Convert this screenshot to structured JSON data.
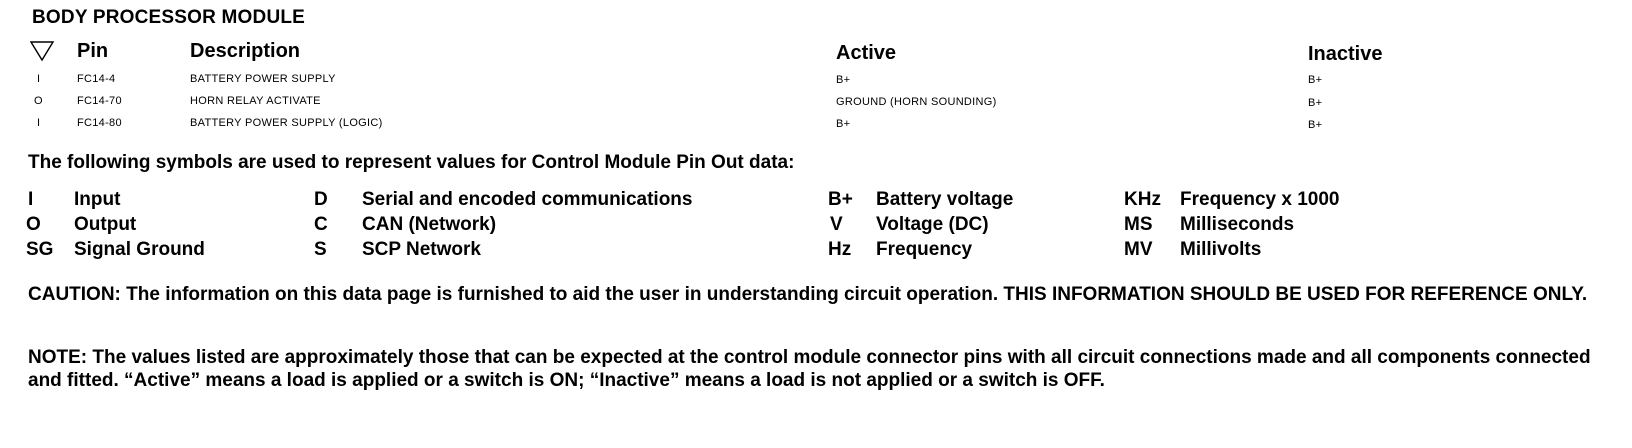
{
  "module": {
    "title": "BODY PROCESSOR MODULE"
  },
  "table": {
    "headers": {
      "symbol_icon": "triangle-down-icon",
      "pin": "Pin",
      "description": "Description",
      "active": "Active",
      "inactive": "Inactive"
    },
    "rows": [
      {
        "io": "I",
        "pin": "FC14-4",
        "description": "BATTERY POWER SUPPLY",
        "active": "B+",
        "inactive": "B+"
      },
      {
        "io": "O",
        "pin": "FC14-70",
        "description": "HORN RELAY ACTIVATE",
        "active": "GROUND (HORN SOUNDING)",
        "inactive": "B+"
      },
      {
        "io": "I",
        "pin": "FC14-80",
        "description": "BATTERY POWER SUPPLY (LOGIC)",
        "active": "B+",
        "inactive": "B+"
      }
    ]
  },
  "legend": {
    "intro": "The following symbols are used to represent values for Control Module Pin Out data:",
    "columns": [
      [
        {
          "symbol": "I",
          "meaning": "Input"
        },
        {
          "symbol": "O",
          "meaning": "Output"
        },
        {
          "symbol": "SG",
          "meaning": "Signal Ground"
        }
      ],
      [
        {
          "symbol": "D",
          "meaning": "Serial and encoded communications"
        },
        {
          "symbol": "C",
          "meaning": "CAN (Network)"
        },
        {
          "symbol": "S",
          "meaning": "SCP Network"
        }
      ],
      [
        {
          "symbol": "B+",
          "meaning": "Battery voltage"
        },
        {
          "symbol": "V",
          "meaning": "Voltage (DC)"
        },
        {
          "symbol": "Hz",
          "meaning": "Frequency"
        }
      ],
      [
        {
          "symbol": "KHz",
          "meaning": "Frequency x 1000"
        },
        {
          "symbol": "MS",
          "meaning": "Milliseconds"
        },
        {
          "symbol": "MV",
          "meaning": "Millivolts"
        }
      ]
    ]
  },
  "caution": "CAUTION: The information on this data page is furnished to aid the user in understanding circuit operation.  THIS INFORMATION SHOULD BE USED FOR REFERENCE ONLY.",
  "note": "NOTE: The values listed are approximately those that can be expected at the control module connector pins with all circuit connections made and all components connected and fitted.  “Active” means a load is applied or a switch is ON; “Inactive” means a load is not applied or a switch is OFF."
}
